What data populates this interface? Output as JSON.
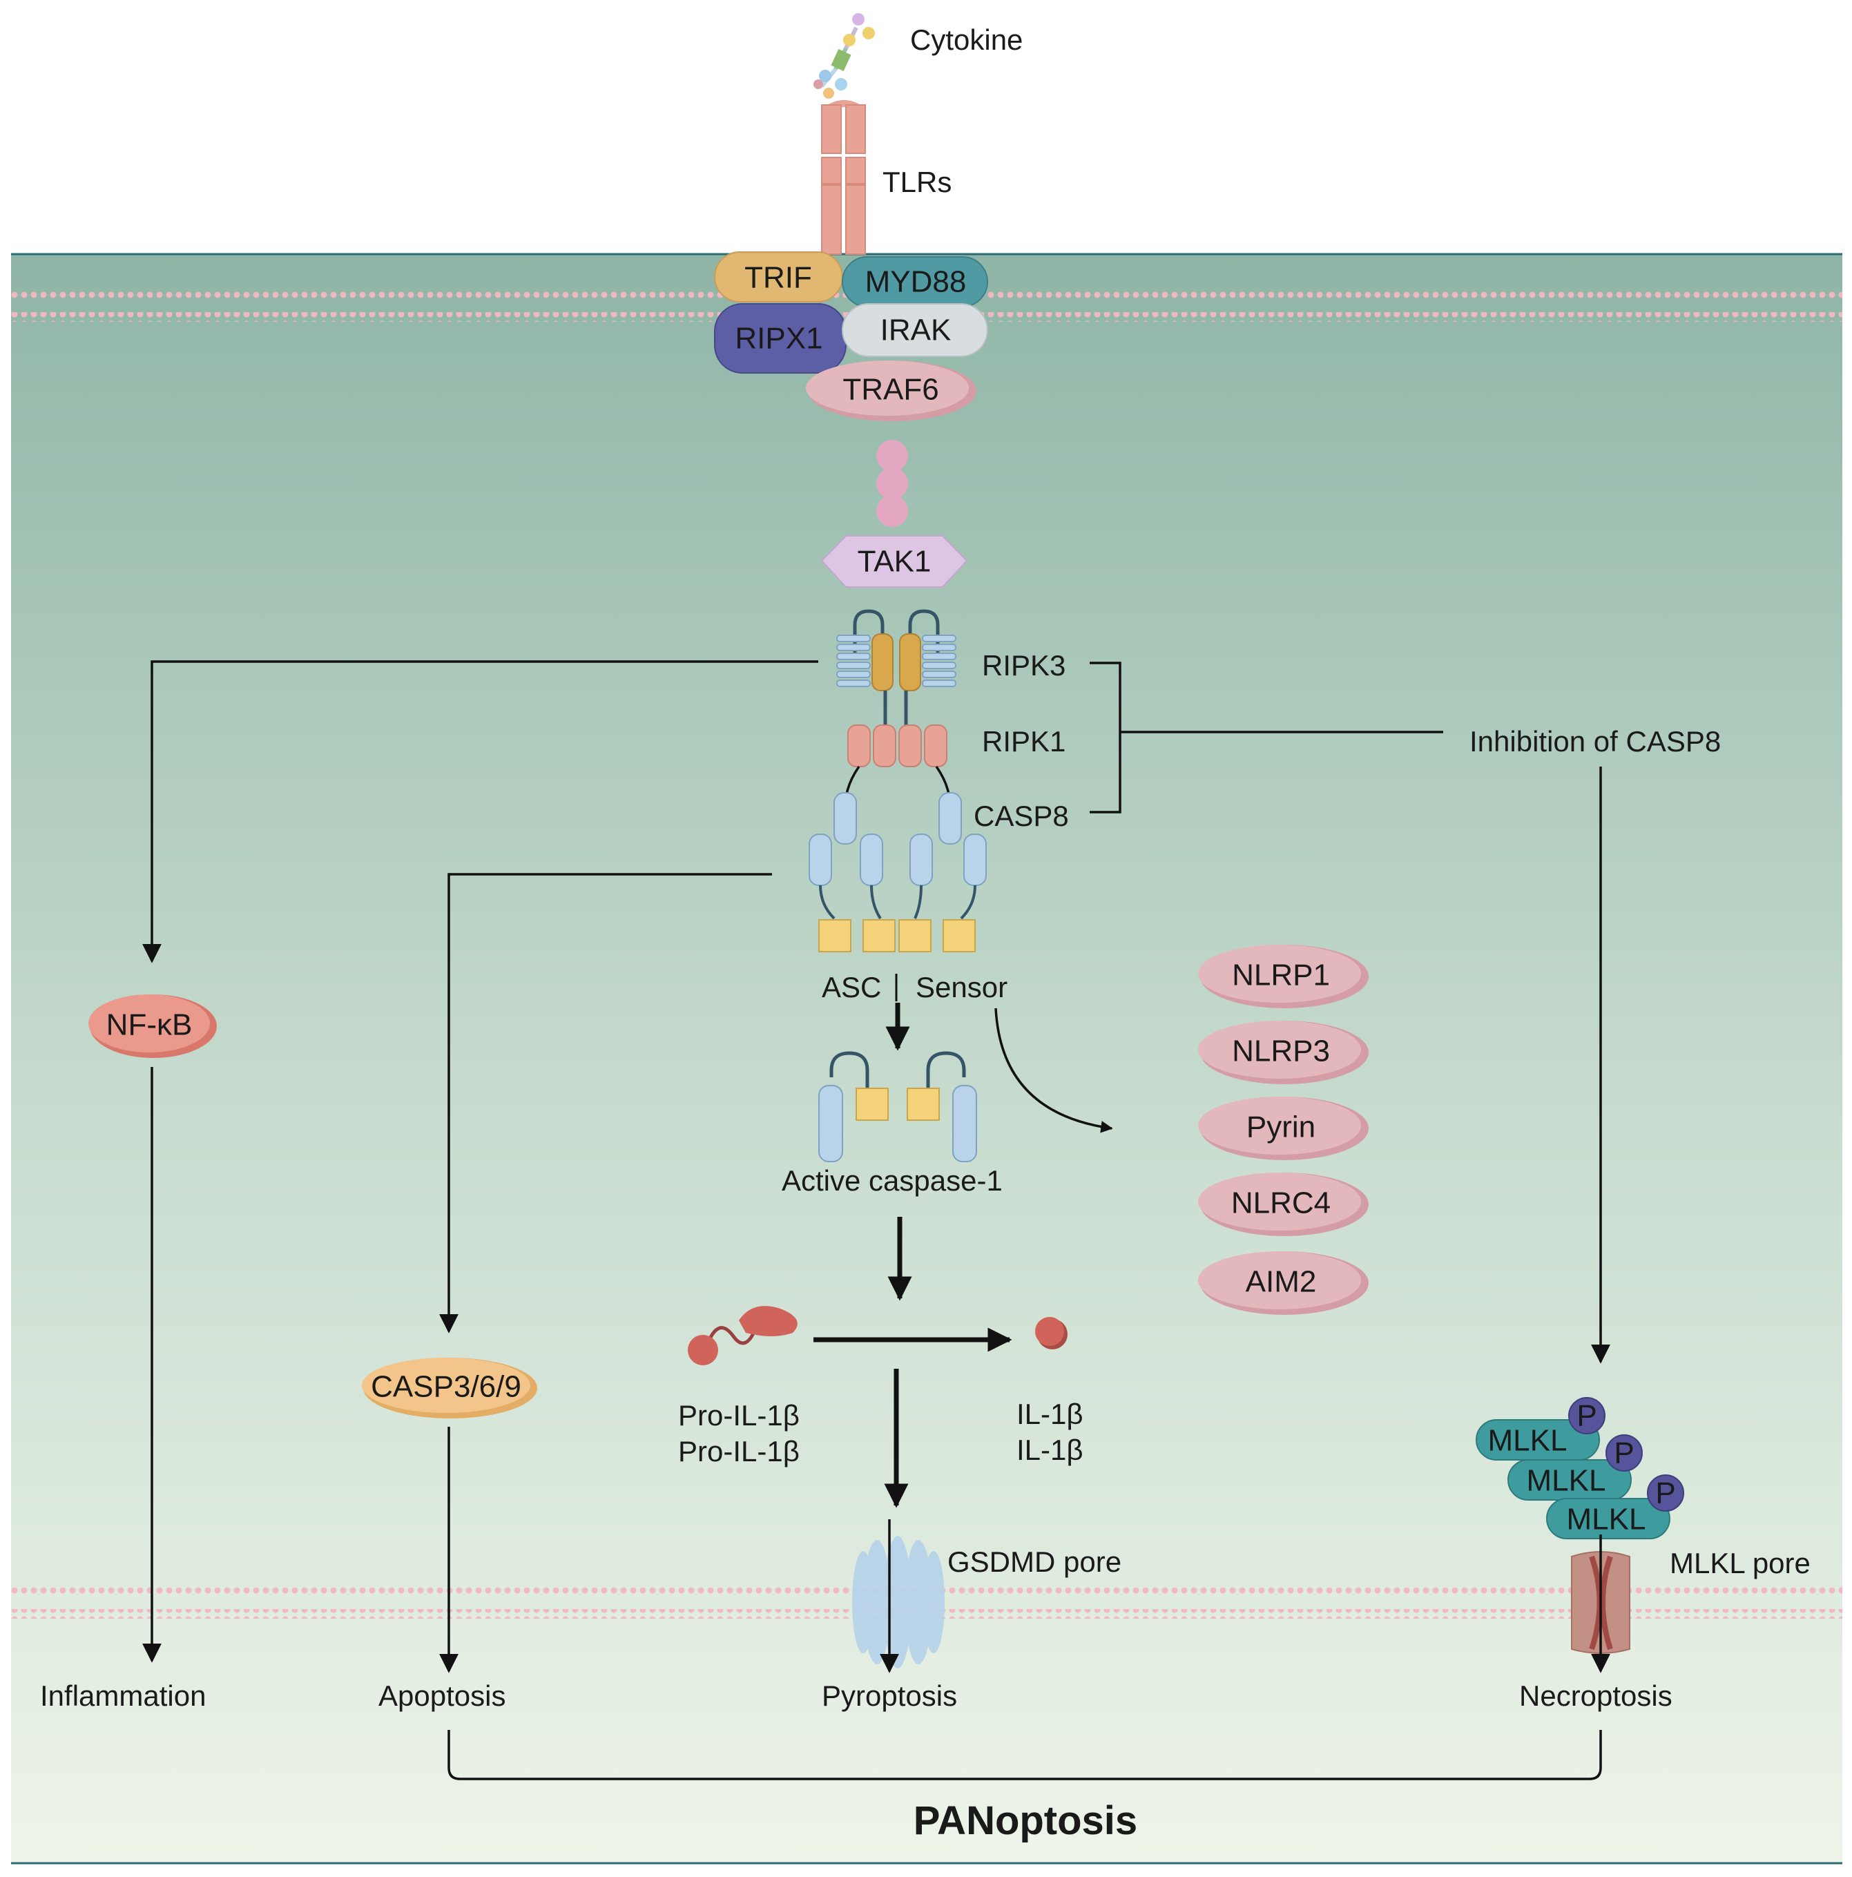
{
  "labels": {
    "cytokine": "Cytokine",
    "tlrs": "TLRs",
    "ripk3": "RIPK3",
    "ripk1": "RIPK1",
    "casp8": "CASP8",
    "inhibition_casp8": "Inhibition of CASP8",
    "asc": "ASC",
    "sensor": "Sensor",
    "active_caspase1": "Active caspase-1",
    "pro_il1b_1": "Pro-IL-1β",
    "pro_il1b_2": "Pro-IL-1β",
    "il1b_1": "IL-1β",
    "il1b_2": "IL-1β",
    "gsdmd_pore": "GSDMD pore",
    "mlkl_pore": "MLKL pore"
  },
  "nodes": {
    "trif": "TRIF",
    "myd88": "MYD88",
    "ripx1": "RIPX1",
    "irak": "IRAK",
    "traf6": "TRAF6",
    "tak1": "TAK1",
    "nfkb": "NF-κB",
    "casp369": "CASP3/6/9",
    "mlkl1": "MLKL",
    "mlkl2": "MLKL",
    "mlkl3": "MLKL",
    "p1": "P",
    "p2": "P",
    "p3": "P"
  },
  "sensors": [
    "NLRP1",
    "NLRP3",
    "Pyrin",
    "NLRC4",
    "AIM2"
  ],
  "outcomes": {
    "inflammation": "Inflammation",
    "apoptosis": "Apoptosis",
    "pyroptosis": "Pyroptosis",
    "necroptosis": "Necroptosis"
  },
  "title": "PANoptosis",
  "colors": {
    "cytoplasm_top": "#8fb5a6",
    "cytoplasm_bottom": "#eef4e9",
    "membrane_dots": "#f2b8c0",
    "trif": "#e0b872",
    "myd88": "#4f9aa3",
    "ripx1": "#5d5fa6",
    "irak": "#d8dde0",
    "traf6": "#e3b8bd",
    "tak1": "#dcc6e3",
    "nfkb": "#ea9a8d",
    "casp369": "#f3c58a",
    "sensor": "#e3b8bd",
    "mlkl": "#3e9c9e",
    "phospho": "#56549a",
    "gsdmd": "#b8d3ea",
    "il1b": "#d0645a"
  }
}
